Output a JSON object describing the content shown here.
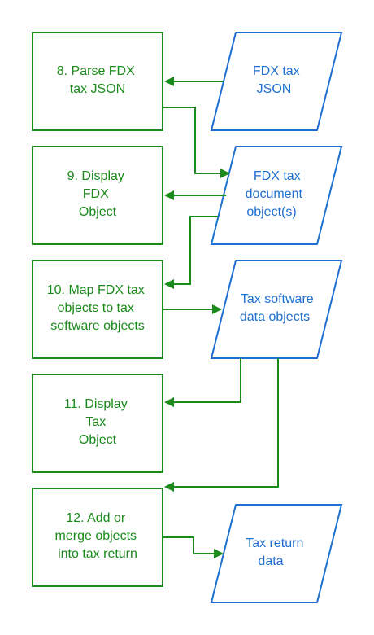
{
  "colors": {
    "process": "#1a8a1a",
    "data": "#1f6fd0",
    "background": "#ffffff"
  },
  "process_steps": [
    {
      "id": "step8",
      "lines": [
        "8. Parse FDX",
        "tax JSON"
      ]
    },
    {
      "id": "step9",
      "lines": [
        "9. Display",
        "FDX",
        "Object"
      ]
    },
    {
      "id": "step10",
      "lines": [
        "10. Map FDX tax",
        "objects to tax",
        "software objects"
      ]
    },
    {
      "id": "step11",
      "lines": [
        "11. Display",
        "Tax",
        "Object"
      ]
    },
    {
      "id": "step12",
      "lines": [
        "12. Add or",
        "merge objects",
        "into tax return"
      ]
    }
  ],
  "data_items": [
    {
      "id": "fdx-json",
      "lines": [
        "FDX tax",
        "JSON"
      ]
    },
    {
      "id": "fdx-objects",
      "lines": [
        "FDX tax",
        "document",
        "object(s)"
      ]
    },
    {
      "id": "tax-sw-objects",
      "lines": [
        "Tax software",
        "data objects"
      ]
    },
    {
      "id": "tax-return",
      "lines": [
        "Tax return",
        "data"
      ]
    }
  ]
}
